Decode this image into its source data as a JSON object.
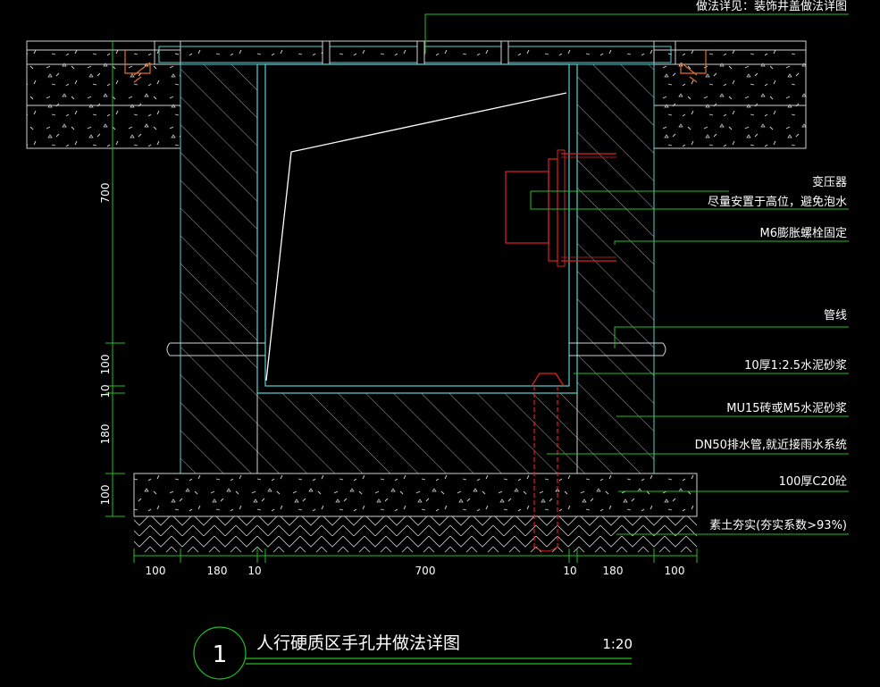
{
  "drawing": {
    "top_note": "做法详见：装饰井盖做法详图",
    "title": "人行硬质区手孔井做法详图",
    "detail_number": "1",
    "scale": "1:20",
    "colors": {
      "background": "#000000",
      "wall_outline": "#5ad0d0",
      "leader": "#22c022",
      "dimension": "#22c022",
      "text": "#ffffff",
      "equipment": "#e02020",
      "pipe_white": "#ffffff"
    }
  },
  "annotations": [
    {
      "id": "transformer",
      "label": "变压器"
    },
    {
      "id": "transformer-note",
      "label": "尽量安置于高位，避免泡水"
    },
    {
      "id": "bolt",
      "label": "M6膨胀螺栓固定"
    },
    {
      "id": "conduit",
      "label": "管线"
    },
    {
      "id": "mortar",
      "label": "10厚1:2.5水泥砂浆"
    },
    {
      "id": "brick",
      "label": "MU15砖或M5水泥砂浆"
    },
    {
      "id": "drain",
      "label": "DN50排水管,就近接雨水系统"
    },
    {
      "id": "concrete",
      "label": "100厚C20砼"
    },
    {
      "id": "soil",
      "label": "素土夯实(夯实系数>93%)"
    }
  ],
  "dimensions": {
    "vertical": [
      "700",
      "100",
      "10",
      "180",
      "100"
    ],
    "horizontal": [
      "100",
      "180",
      "10",
      "700",
      "10",
      "180",
      "100"
    ]
  }
}
